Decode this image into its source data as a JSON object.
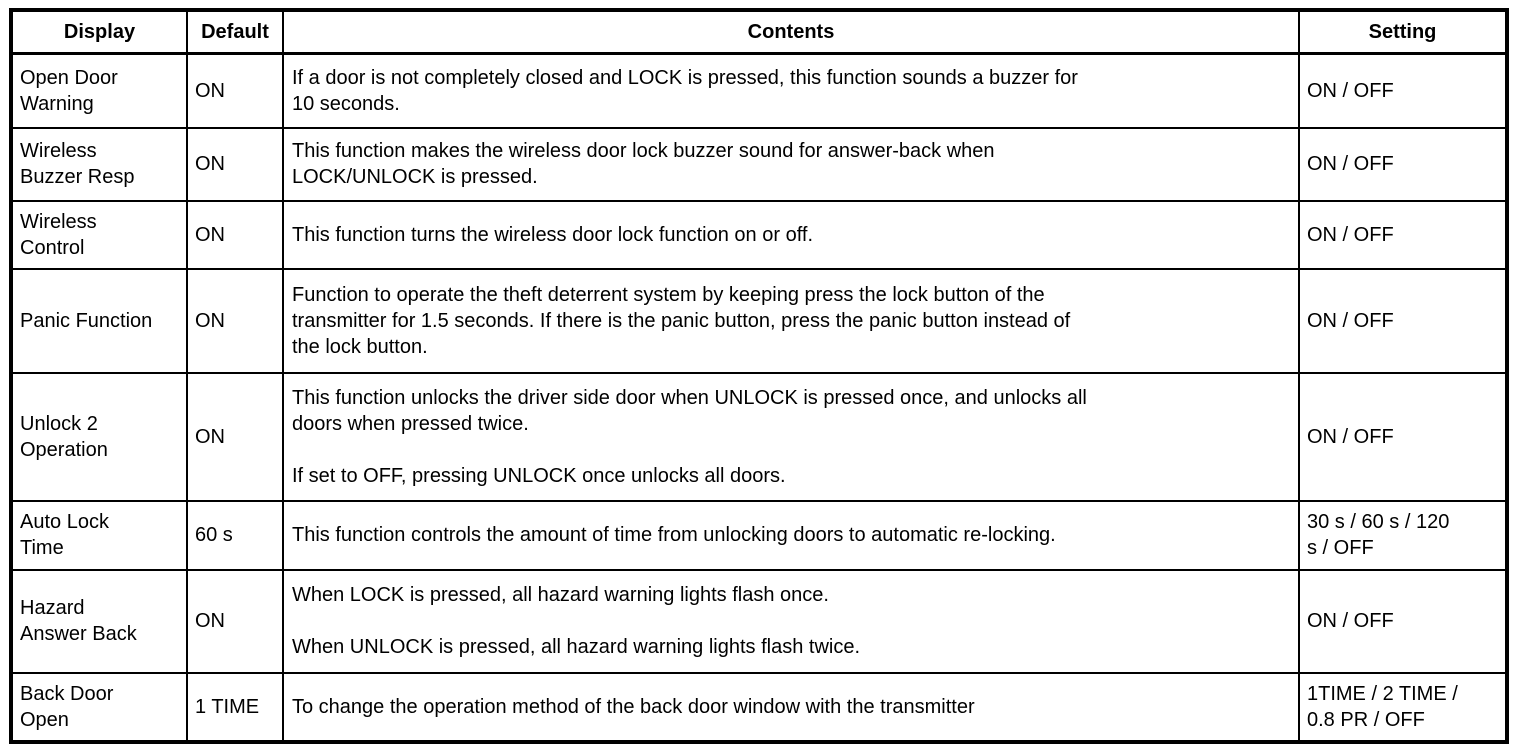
{
  "page": {
    "background_color": "#ffffff",
    "border_color": "#000000",
    "text_color": "#000000"
  },
  "table": {
    "headers": {
      "display": "Display",
      "default": "Default",
      "contents": "Contents",
      "setting": "Setting"
    },
    "rows": [
      {
        "display": "Open Door\nWarning",
        "default": "ON",
        "contents": "If a door is not completely closed and LOCK is pressed, this function sounds a buzzer for\n10 seconds.",
        "setting": "ON / OFF"
      },
      {
        "display": "Wireless\nBuzzer Resp",
        "default": "ON",
        "contents": "This function makes the wireless door lock buzzer sound for answer-back when\nLOCK/UNLOCK is pressed.",
        "setting": "ON / OFF"
      },
      {
        "display": "Wireless\nControl",
        "default": "ON",
        "contents": "This function turns the wireless door lock function on or off.",
        "setting": "ON / OFF"
      },
      {
        "display": "Panic Function",
        "default": "ON",
        "contents": "Function to operate the theft deterrent system by keeping press the lock button of the\ntransmitter for 1.5 seconds. If there is the panic button, press the panic button instead of\nthe lock button.",
        "setting": "ON / OFF"
      },
      {
        "display": "Unlock 2\nOperation",
        "default": "ON",
        "contents": "This function unlocks the driver side door when UNLOCK is pressed once, and unlocks all\ndoors when pressed twice.\n\nIf set to OFF, pressing UNLOCK once unlocks all doors.",
        "setting": "ON / OFF"
      },
      {
        "display": "Auto Lock\nTime",
        "default": "60 s",
        "contents": "This function controls the amount of time from unlocking doors to automatic re-locking.",
        "setting": "30 s / 60 s / 120\ns / OFF"
      },
      {
        "display": "Hazard\nAnswer Back",
        "default": "ON",
        "contents": "When LOCK is pressed, all hazard warning lights flash once.\n\nWhen UNLOCK is pressed, all hazard warning lights flash twice.",
        "setting": "ON / OFF"
      },
      {
        "display": "Back Door\nOpen",
        "default": "1 TIME",
        "contents": "To change the operation method of the back door window with the transmitter",
        "setting": "1TIME / 2 TIME /\n0.8 PR / OFF"
      }
    ]
  }
}
